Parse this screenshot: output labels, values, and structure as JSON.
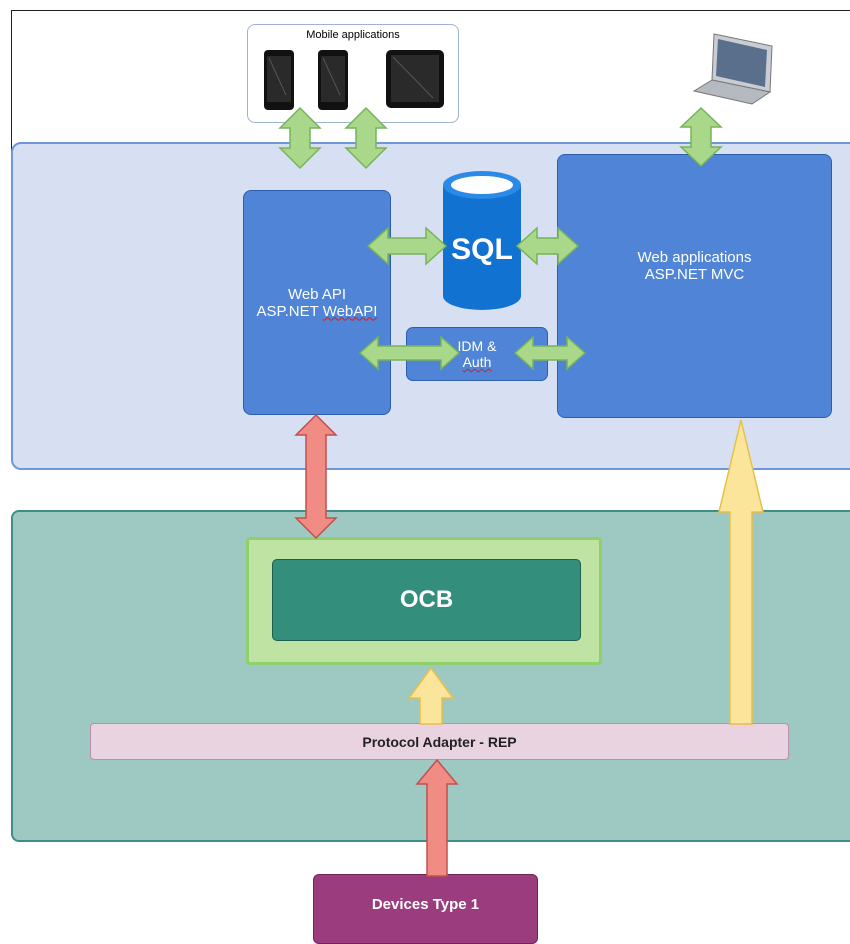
{
  "diagram": {
    "mobile_title": "Mobile applications",
    "web_api": {
      "line1": "Web API",
      "line2_prefix": "ASP.NET ",
      "line2_marked": "WebAPI"
    },
    "sql_label": "SQL",
    "idm": {
      "line1": "IDM &",
      "line2": "Auth"
    },
    "web_apps": {
      "line1": "Web applications",
      "line2": "ASP.NET MVC"
    },
    "ocb": "OCB",
    "protocol_adapter": "Protocol Adapter - REP",
    "devices": "Devices Type 1"
  },
  "colors": {
    "cloud_zone": "#d6e0f2",
    "iot_zone": "#9ec9c2",
    "service_box": "#4f84d6",
    "ocb": "#338e7c",
    "adapter": "#ead3e1",
    "devices": "#9b3c7e",
    "arrow_green": "#aad88a",
    "arrow_red": "#f08c84",
    "arrow_yellow": "#fbe59a"
  },
  "icons": [
    "phone-icon",
    "tablet-icon",
    "laptop-icon",
    "database-icon"
  ]
}
